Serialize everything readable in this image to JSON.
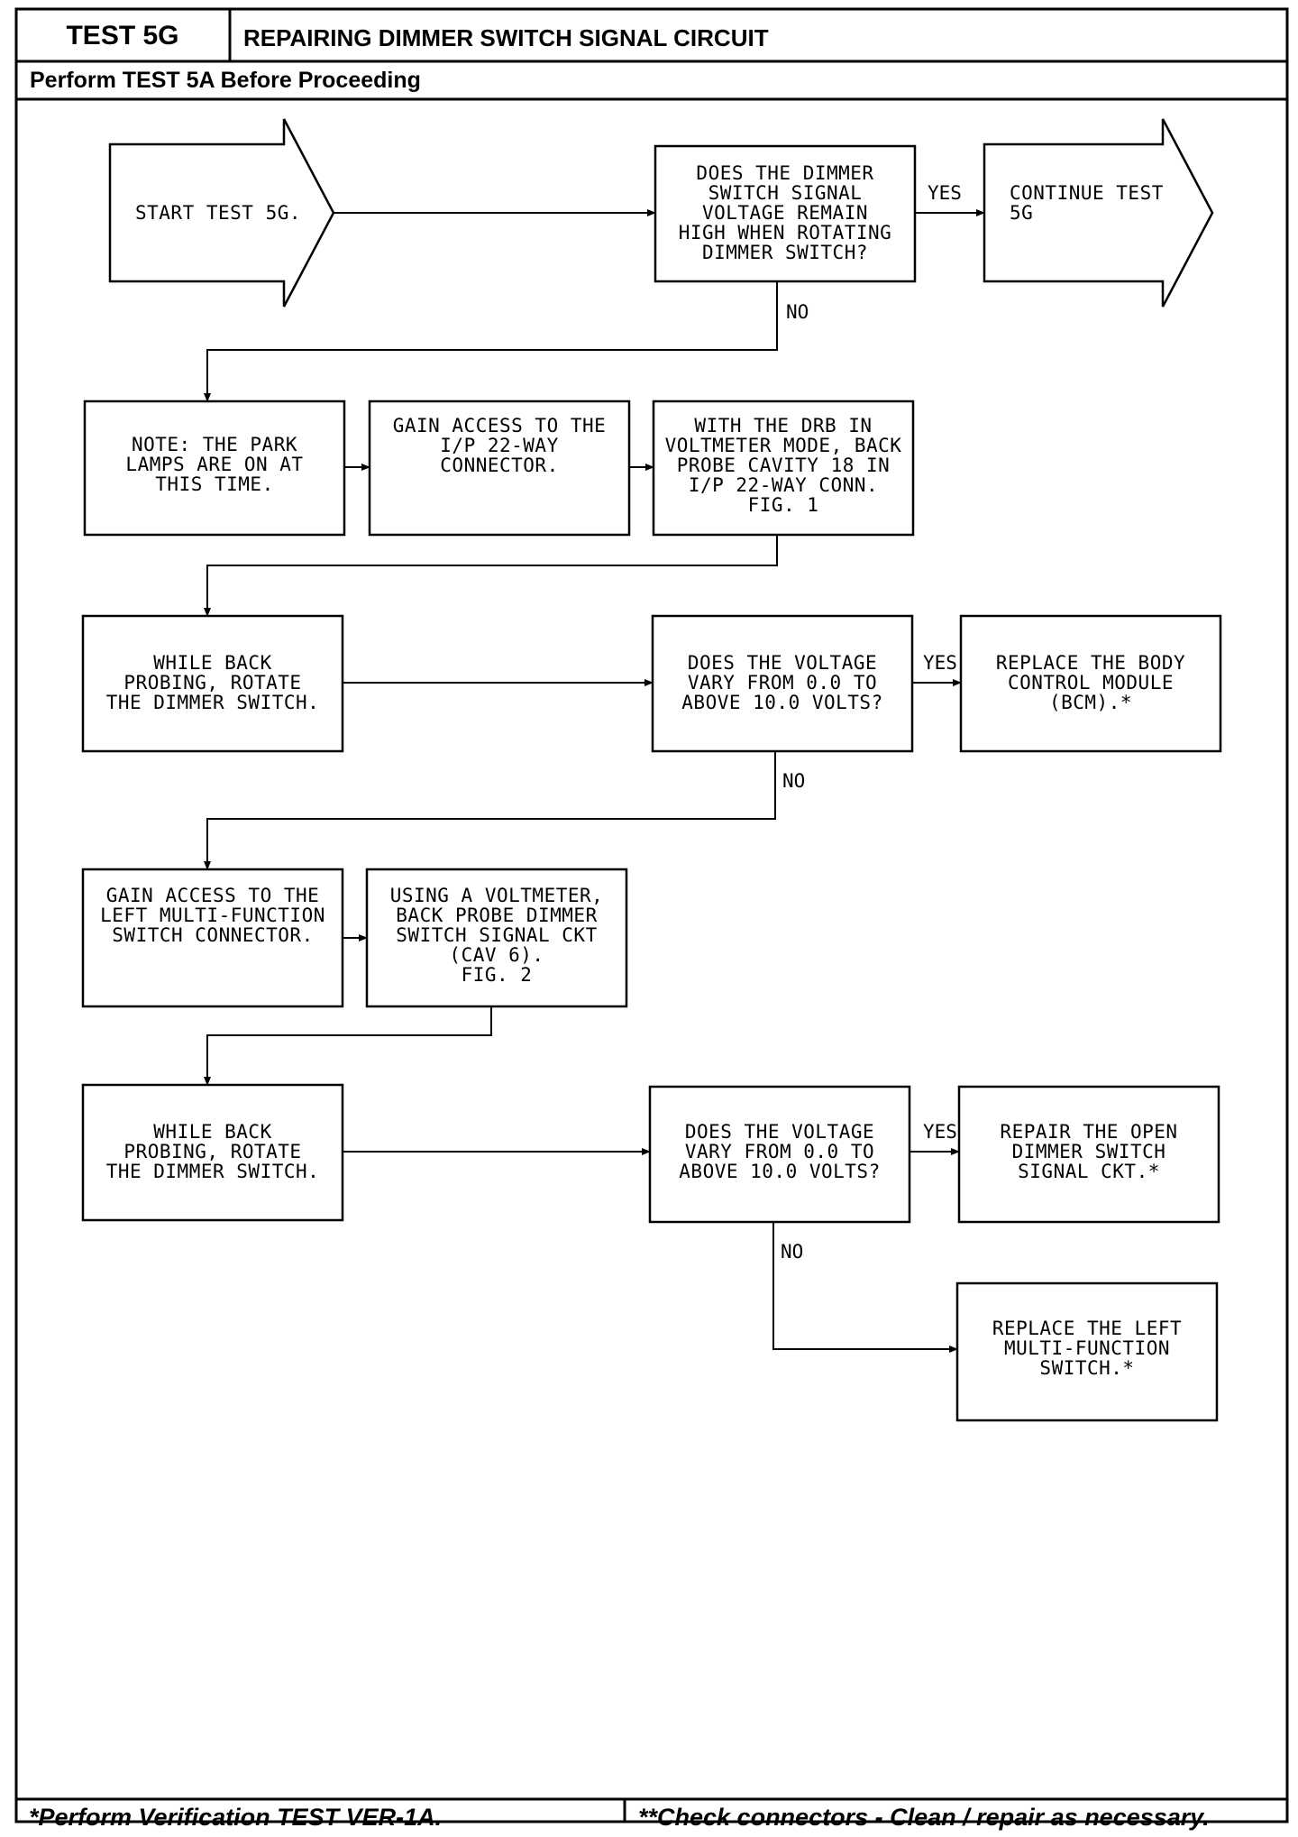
{
  "header": {
    "test_id": "TEST 5G",
    "title": "REPAIRING DIMMER SWITCH SIGNAL CIRCUIT",
    "prerequisite": "Perform TEST 5A Before Proceeding"
  },
  "flow": {
    "start": {
      "lines": [
        "START TEST 5G."
      ]
    },
    "q1": {
      "lines": [
        "DOES THE DIMMER",
        "SWITCH SIGNAL",
        "VOLTAGE REMAIN",
        "HIGH WHEN ROTATING",
        "DIMMER SWITCH?"
      ]
    },
    "continue": {
      "lines": [
        "CONTINUE TEST",
        "5G"
      ]
    },
    "note": {
      "lines": [
        "NOTE: THE PARK",
        "LAMPS ARE ON AT",
        "THIS TIME."
      ]
    },
    "access_ip": {
      "lines": [
        "GAIN ACCESS TO THE",
        "I/P 22-WAY",
        "CONNECTOR."
      ]
    },
    "drb": {
      "lines": [
        "WITH THE DRB IN",
        "VOLTMETER MODE, BACK",
        "PROBE CAVITY 18 IN",
        "I/P 22-WAY CONN.",
        "FIG. 1"
      ]
    },
    "rotate1": {
      "lines": [
        "WHILE BACK",
        "PROBING, ROTATE",
        "THE DIMMER SWITCH."
      ]
    },
    "q2": {
      "lines": [
        "DOES THE VOLTAGE",
        "VARY FROM 0.0 TO",
        "ABOVE 10.0 VOLTS?"
      ]
    },
    "bcm": {
      "lines": [
        "REPLACE THE BODY",
        "CONTROL MODULE",
        "(BCM).*"
      ]
    },
    "access_mf": {
      "lines": [
        "GAIN ACCESS TO THE",
        "LEFT MULTI-FUNCTION",
        "SWITCH CONNECTOR."
      ]
    },
    "voltmeter": {
      "lines": [
        "USING A VOLTMETER,",
        "BACK PROBE DIMMER",
        "SWITCH SIGNAL CKT",
        "(CAV 6).",
        "FIG. 2"
      ]
    },
    "rotate2": {
      "lines": [
        "WHILE BACK",
        "PROBING, ROTATE",
        "THE DIMMER SWITCH."
      ]
    },
    "q3": {
      "lines": [
        "DOES THE VOLTAGE",
        "VARY FROM 0.0 TO",
        "ABOVE 10.0 VOLTS?"
      ]
    },
    "repair": {
      "lines": [
        "REPAIR THE OPEN",
        "DIMMER SWITCH",
        "SIGNAL CKT.*"
      ]
    },
    "replace_mf": {
      "lines": [
        "REPLACE THE LEFT",
        "MULTI-FUNCTION",
        "SWITCH.*"
      ]
    },
    "labels": {
      "yes": "YES",
      "no": "NO"
    }
  },
  "footer": {
    "left": "*Perform Verification TEST VER-1A.",
    "right": "**Check connectors - Clean / repair as necessary."
  }
}
